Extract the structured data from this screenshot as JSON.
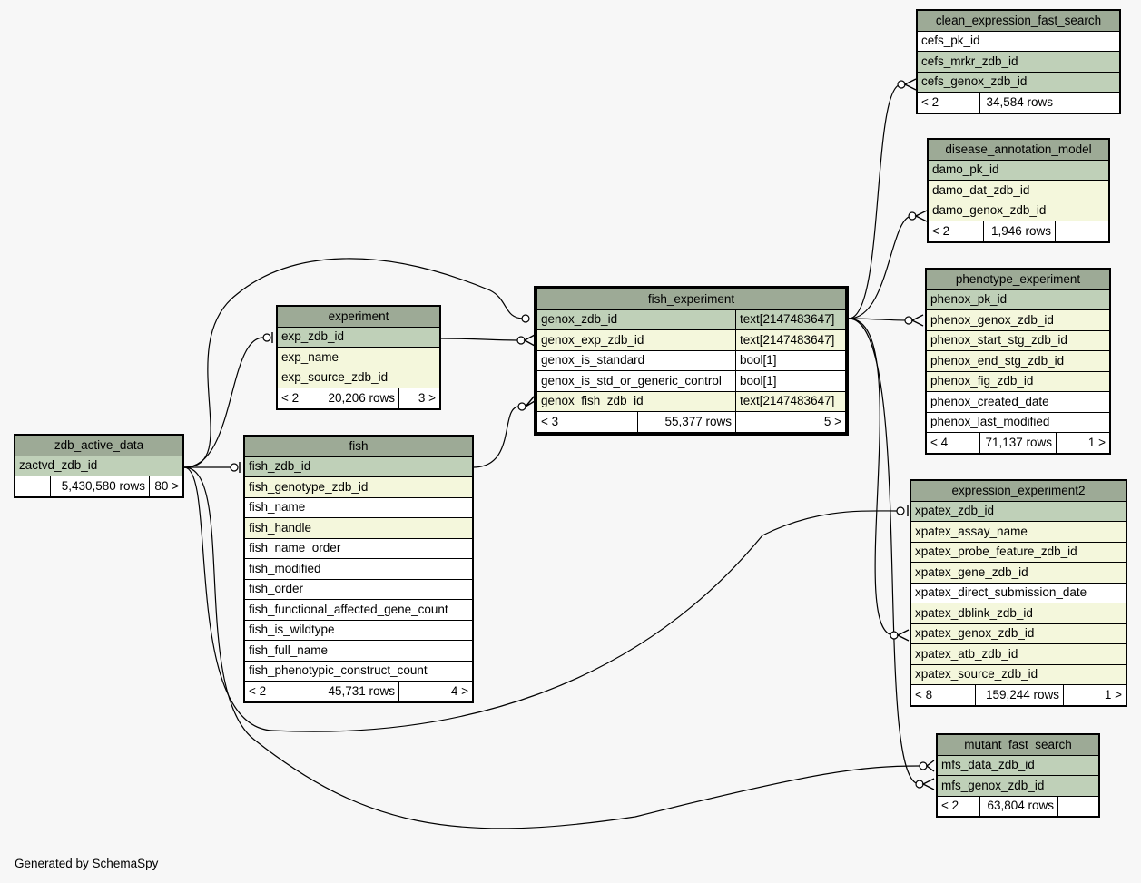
{
  "footer": "Generated by SchemaSpy",
  "tables": {
    "cefs": {
      "name": "clean_expression_fast_search",
      "cols": [
        {
          "name": "cefs_pk_id",
          "kind": "pl"
        },
        {
          "name": "cefs_mrkr_zdb_id",
          "kind": "pk"
        },
        {
          "name": "cefs_genox_zdb_id",
          "kind": "pk"
        }
      ],
      "footer": {
        "parents": "< 2",
        "rows": "34,584 rows",
        "children": ""
      }
    },
    "damo": {
      "name": "disease_annotation_model",
      "cols": [
        {
          "name": "damo_pk_id",
          "kind": "pk"
        },
        {
          "name": "damo_dat_zdb_id",
          "kind": "fk"
        },
        {
          "name": "damo_genox_zdb_id",
          "kind": "fk"
        }
      ],
      "footer": {
        "parents": "< 2",
        "rows": "1,946 rows",
        "children": ""
      }
    },
    "phenox": {
      "name": "phenotype_experiment",
      "cols": [
        {
          "name": "phenox_pk_id",
          "kind": "pk"
        },
        {
          "name": "phenox_genox_zdb_id",
          "kind": "fk"
        },
        {
          "name": "phenox_start_stg_zdb_id",
          "kind": "fk"
        },
        {
          "name": "phenox_end_stg_zdb_id",
          "kind": "fk"
        },
        {
          "name": "phenox_fig_zdb_id",
          "kind": "fk"
        },
        {
          "name": "phenox_created_date",
          "kind": "pl"
        },
        {
          "name": "phenox_last_modified",
          "kind": "pl"
        }
      ],
      "footer": {
        "parents": "< 4",
        "rows": "71,137 rows",
        "children": "1 >"
      }
    },
    "genox": {
      "name": "fish_experiment",
      "cols": [
        {
          "name": "genox_zdb_id",
          "type": "text[2147483647]",
          "kind": "pk"
        },
        {
          "name": "genox_exp_zdb_id",
          "type": "text[2147483647]",
          "kind": "fk"
        },
        {
          "name": "genox_is_standard",
          "type": "bool[1]",
          "kind": "pl"
        },
        {
          "name": "genox_is_std_or_generic_control",
          "type": "bool[1]",
          "kind": "pl"
        },
        {
          "name": "genox_fish_zdb_id",
          "type": "text[2147483647]",
          "kind": "fk"
        }
      ],
      "footer": {
        "parents": "< 3",
        "rows": "55,377 rows",
        "children": "5 >"
      }
    },
    "experiment": {
      "name": "experiment",
      "cols": [
        {
          "name": "exp_zdb_id",
          "kind": "pk"
        },
        {
          "name": "exp_name",
          "kind": "fk"
        },
        {
          "name": "exp_source_zdb_id",
          "kind": "fk"
        }
      ],
      "footer": {
        "parents": "< 2",
        "rows": "20,206 rows",
        "children": "3 >"
      }
    },
    "zad": {
      "name": "zdb_active_data",
      "cols": [
        {
          "name": "zactvd_zdb_id",
          "kind": "pk"
        }
      ],
      "footer": {
        "parents": "",
        "rows": "5,430,580 rows",
        "children": "80 >"
      }
    },
    "fish": {
      "name": "fish",
      "cols": [
        {
          "name": "fish_zdb_id",
          "kind": "pk"
        },
        {
          "name": "fish_genotype_zdb_id",
          "kind": "fk"
        },
        {
          "name": "fish_name",
          "kind": "pl"
        },
        {
          "name": "fish_handle",
          "kind": "fk"
        },
        {
          "name": "fish_name_order",
          "kind": "pl"
        },
        {
          "name": "fish_modified",
          "kind": "pl"
        },
        {
          "name": "fish_order",
          "kind": "pl"
        },
        {
          "name": "fish_functional_affected_gene_count",
          "kind": "pl"
        },
        {
          "name": "fish_is_wildtype",
          "kind": "pl"
        },
        {
          "name": "fish_full_name",
          "kind": "pl"
        },
        {
          "name": "fish_phenotypic_construct_count",
          "kind": "pl"
        }
      ],
      "footer": {
        "parents": "< 2",
        "rows": "45,731 rows",
        "children": "4 >"
      }
    },
    "xpatex": {
      "name": "expression_experiment2",
      "cols": [
        {
          "name": "xpatex_zdb_id",
          "kind": "pk"
        },
        {
          "name": "xpatex_assay_name",
          "kind": "fk"
        },
        {
          "name": "xpatex_probe_feature_zdb_id",
          "kind": "fk"
        },
        {
          "name": "xpatex_gene_zdb_id",
          "kind": "fk"
        },
        {
          "name": "xpatex_direct_submission_date",
          "kind": "pl"
        },
        {
          "name": "xpatex_dblink_zdb_id",
          "kind": "fk"
        },
        {
          "name": "xpatex_genox_zdb_id",
          "kind": "fk"
        },
        {
          "name": "xpatex_atb_zdb_id",
          "kind": "fk"
        },
        {
          "name": "xpatex_source_zdb_id",
          "kind": "fk"
        }
      ],
      "footer": {
        "parents": "< 8",
        "rows": "159,244 rows",
        "children": "1 >"
      }
    },
    "mfs": {
      "name": "mutant_fast_search",
      "cols": [
        {
          "name": "mfs_data_zdb_id",
          "kind": "pk"
        },
        {
          "name": "mfs_genox_zdb_id",
          "kind": "pk"
        }
      ],
      "footer": {
        "parents": "< 2",
        "rows": "63,804 rows",
        "children": ""
      }
    }
  }
}
